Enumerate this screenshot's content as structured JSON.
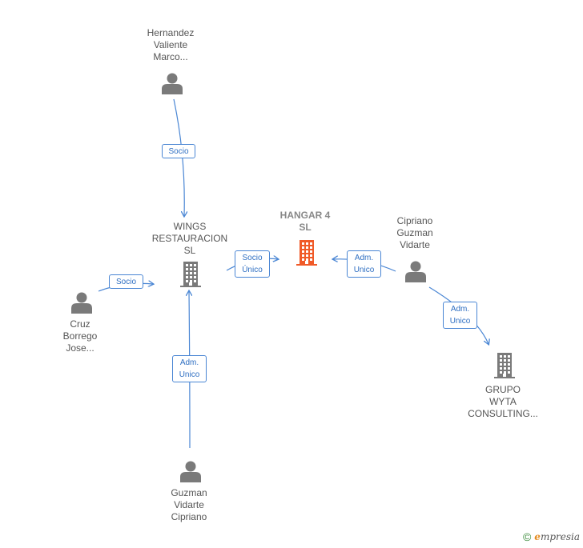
{
  "colors": {
    "edge": "#4a86d4",
    "person": "#7a7a7a",
    "company": "#7a7a7a",
    "focus_company": "#f05a28"
  },
  "nodes": [
    {
      "id": "hernandez",
      "type": "person",
      "lines": [
        "Hernandez",
        "Valiente",
        "Marco..."
      ]
    },
    {
      "id": "wings",
      "type": "company",
      "lines": [
        "WINGS",
        "RESTAURACION",
        "SL"
      ]
    },
    {
      "id": "hangar",
      "type": "focus-company",
      "lines": [
        "HANGAR 4",
        "SL"
      ]
    },
    {
      "id": "cipriano",
      "type": "person",
      "lines": [
        "Cipriano",
        "Guzman",
        "Vidarte"
      ]
    },
    {
      "id": "cruz",
      "type": "person",
      "lines": [
        "Cruz",
        "Borrego",
        "Jose..."
      ]
    },
    {
      "id": "grupo",
      "type": "company",
      "lines": [
        "GRUPO",
        "WYTA",
        "CONSULTING..."
      ]
    },
    {
      "id": "guzman",
      "type": "person",
      "lines": [
        "Guzman",
        "Vidarte",
        "Cipriano"
      ]
    }
  ],
  "edges": [
    {
      "id": "e1",
      "from": "hernandez",
      "to": "wings",
      "label": [
        "Socio"
      ]
    },
    {
      "id": "e2",
      "from": "cruz",
      "to": "wings",
      "label": [
        "Socio"
      ]
    },
    {
      "id": "e3",
      "from": "wings",
      "to": "hangar",
      "label": [
        "Socio",
        "Único"
      ]
    },
    {
      "id": "e4",
      "from": "cipriano",
      "to": "hangar",
      "label": [
        "Adm.",
        "Unico"
      ]
    },
    {
      "id": "e5",
      "from": "cipriano",
      "to": "grupo",
      "label": [
        "Adm.",
        "Unico"
      ]
    },
    {
      "id": "e6",
      "from": "guzman",
      "to": "wings",
      "label": [
        "Adm.",
        "Unico"
      ]
    }
  ],
  "footer": {
    "copyright": "©",
    "brand_initial": "e",
    "brand_rest": "mpresia"
  }
}
